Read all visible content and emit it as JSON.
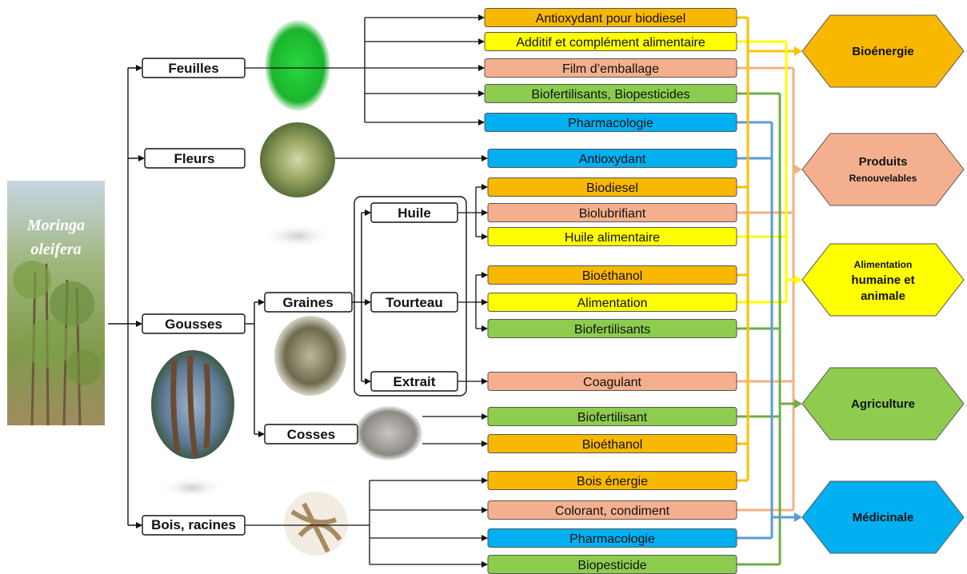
{
  "plant": {
    "line1": "Moringa",
    "line2": "oleifera"
  },
  "organs": {
    "feuilles": "Feuilles",
    "fleurs": "Fleurs",
    "gousses": "Gousses",
    "bois": "Bois,  racines"
  },
  "sub_organs": {
    "graines": "Graines",
    "cosses": "Cosses",
    "huile": "Huile",
    "tourteau": "Tourteau",
    "extrait": "Extrait"
  },
  "products": [
    {
      "label": "Antioxydant pour biodiesel",
      "category": "bioenergie"
    },
    {
      "label": "Additif et complément alimentaire",
      "category": "alimentation"
    },
    {
      "label": "Film d’emballage",
      "category": "renouvelables"
    },
    {
      "label": "Biofertilisants, Biopesticides",
      "category": "agriculture"
    },
    {
      "label": "Pharmacologie",
      "category": "medicinale"
    },
    {
      "label": "Antioxydant",
      "category": "medicinale"
    },
    {
      "label": "Biodiesel",
      "category": "bioenergie"
    },
    {
      "label": "Biolubrifiant",
      "category": "renouvelables"
    },
    {
      "label": "Huile alimentaire",
      "category": "alimentation"
    },
    {
      "label": "Bioéthanol",
      "category": "bioenergie"
    },
    {
      "label": "Alimentation",
      "category": "alimentation"
    },
    {
      "label": "Biofertilisants",
      "category": "agriculture"
    },
    {
      "label": "Coagulant",
      "category": "renouvelables"
    },
    {
      "label": "Biofertilisant",
      "category": "agriculture"
    },
    {
      "label": "Bioéthanol",
      "category": "bioenergie"
    },
    {
      "label": "Bois énergie",
      "category": "bioenergie"
    },
    {
      "label": "Colorant, condiment",
      "category": "renouvelables"
    },
    {
      "label": "Pharmacologie",
      "category": "medicinale"
    },
    {
      "label": "Biopesticide",
      "category": "agriculture"
    }
  ],
  "categories": {
    "bioenergie": {
      "lines": [
        "Bioénergie"
      ],
      "color": "#f9b800"
    },
    "renouvelables": {
      "lines": [
        "Produits",
        "Renouvelables"
      ],
      "color": "#f4b08e"
    },
    "alimentation": {
      "lines": [
        "Alimentation",
        "humaine et",
        "animale"
      ],
      "color": "#ffff00"
    },
    "agriculture": {
      "lines": [
        "Agriculture"
      ],
      "color": "#8dcc4e"
    },
    "medicinale": {
      "lines": [
        "Médicinale"
      ],
      "color": "#00b0f0"
    }
  },
  "link_colors": {
    "bioenergie": "#ffc000",
    "renouvelables": "#f4b183",
    "alimentation": "#ffff00",
    "agriculture": "#70ad47",
    "medicinale": "#5b9bd5"
  }
}
